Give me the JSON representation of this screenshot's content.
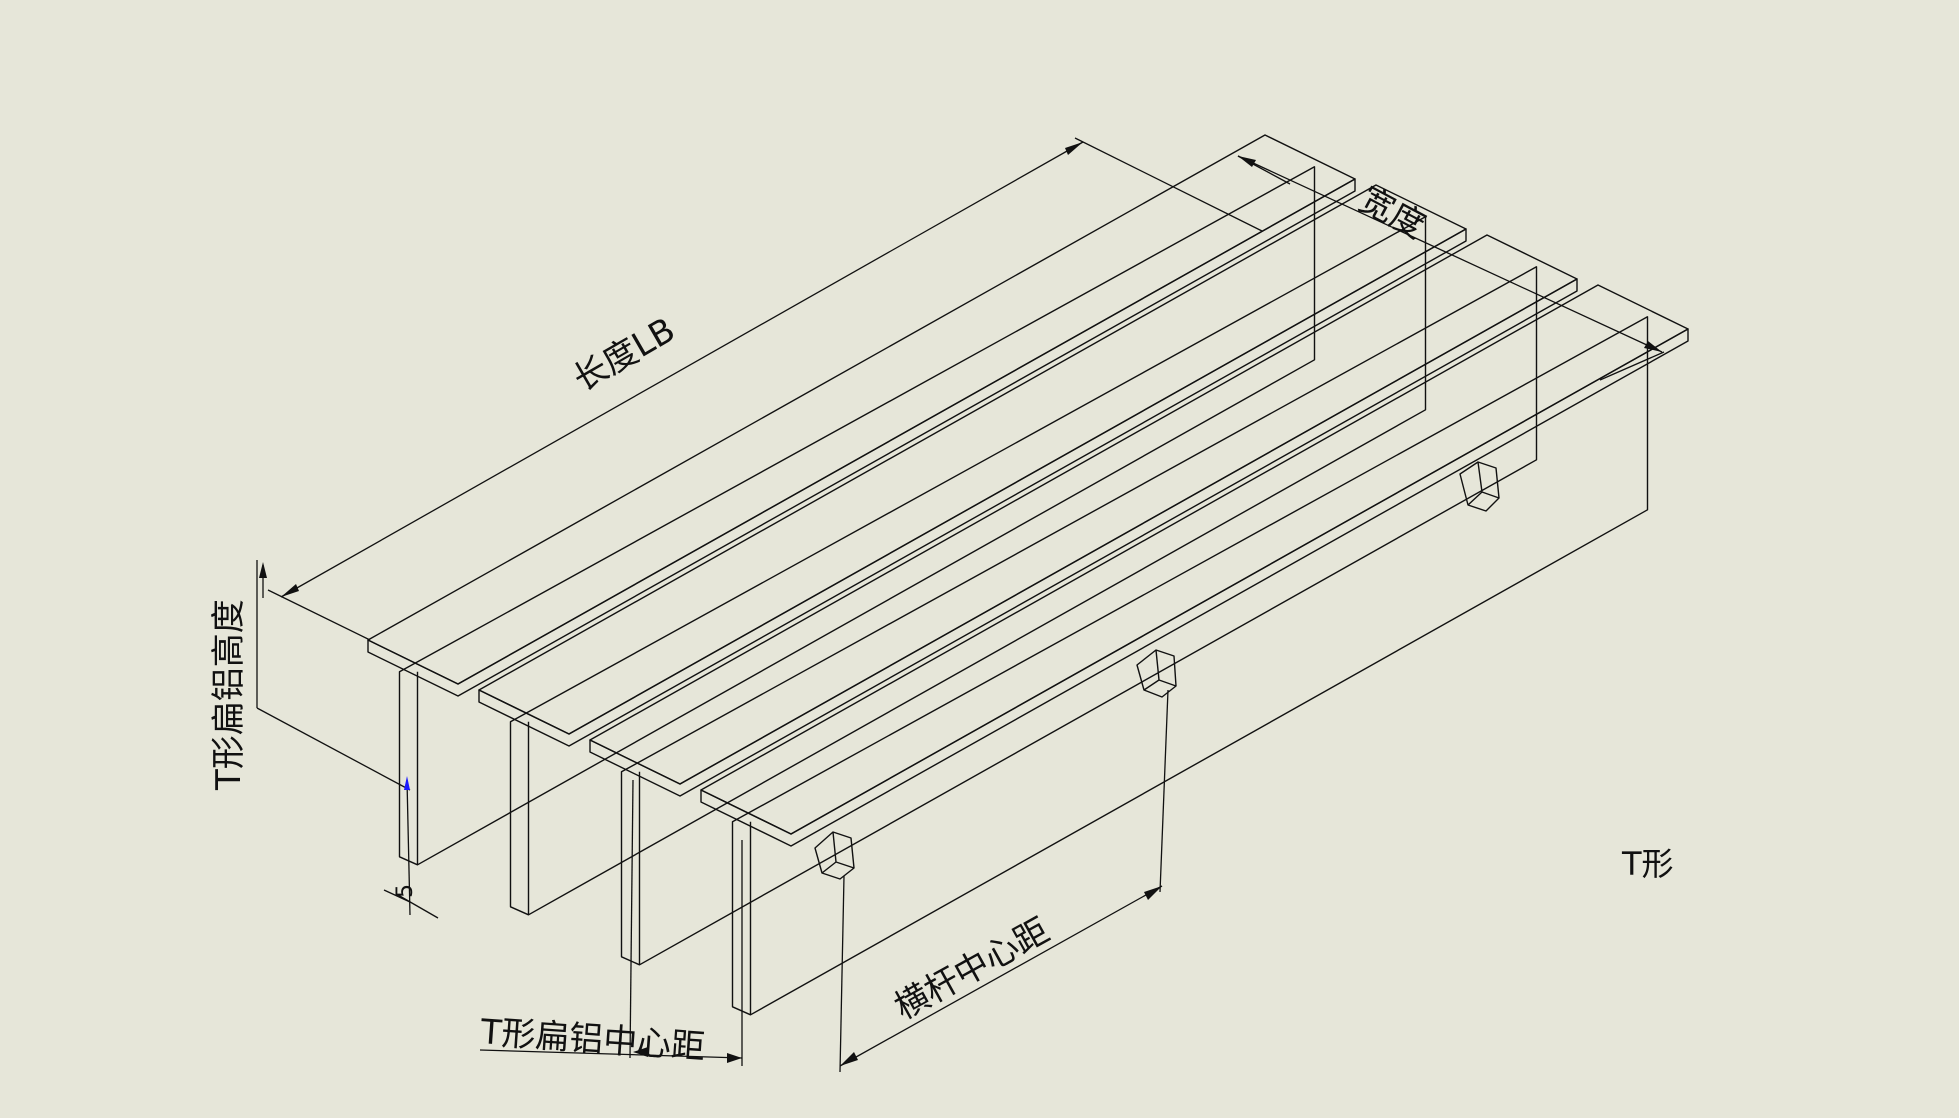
{
  "labels": {
    "length": "长度LB",
    "width": "宽度",
    "t_height": "T形扁铝高度",
    "t_center": "T形扁铝中心距",
    "crossbar_center": "横杆中心距",
    "type": "T形",
    "small_dim": "5"
  },
  "colors": {
    "background": "#e6e6d9",
    "line": "#111111",
    "top_face": "#5a5a5a",
    "side_face": "#e9e9e2",
    "hatch": "#2b2b2b"
  },
  "bar_count": 4
}
